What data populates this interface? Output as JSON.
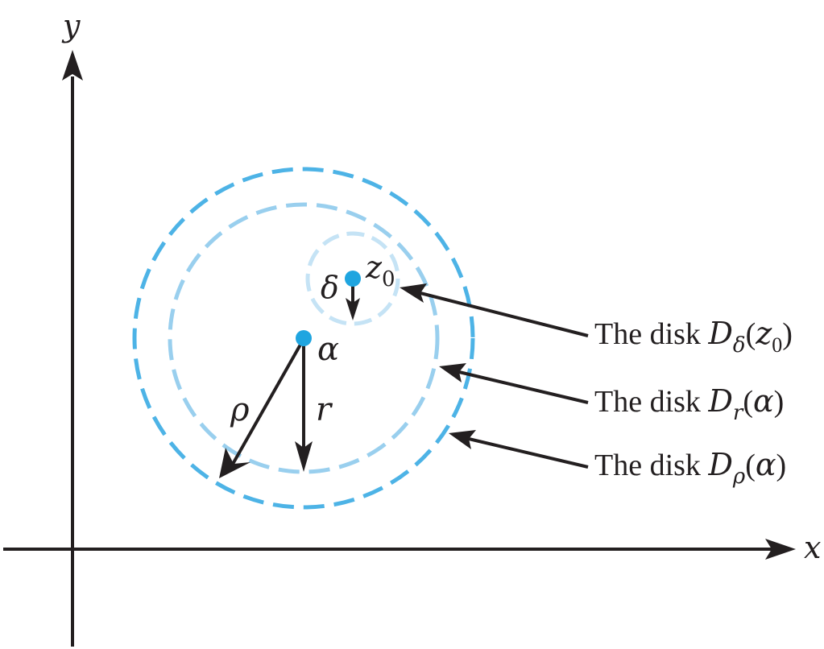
{
  "axes": {
    "x_label": "x",
    "y_label": "y"
  },
  "points": {
    "alpha_label": "α",
    "z0_main": "z",
    "z0_sub": "0"
  },
  "radii": {
    "rho_label": "ρ",
    "r_label": "r",
    "delta_label": "δ"
  },
  "callouts": [
    {
      "prefix": "The disk ",
      "symbol": "D",
      "subscript": "δ",
      "open": "(",
      "arg_main": "z",
      "arg_sub": "0",
      "close": ")"
    },
    {
      "prefix": "The disk ",
      "symbol": "D",
      "subscript": "r",
      "open": "(",
      "arg_main": "α",
      "arg_sub": "",
      "close": ")"
    },
    {
      "prefix": "The disk ",
      "symbol": "D",
      "subscript": "ρ",
      "open": "(",
      "arg_main": "α",
      "arg_sub": "",
      "close": ")"
    }
  ],
  "colors": {
    "outer_circle": "#4db3e6",
    "mid_circle": "#99cfee",
    "small_circle": "#c5e3f5",
    "center_dot": "#1fa5e0",
    "ink": "#231f20"
  }
}
